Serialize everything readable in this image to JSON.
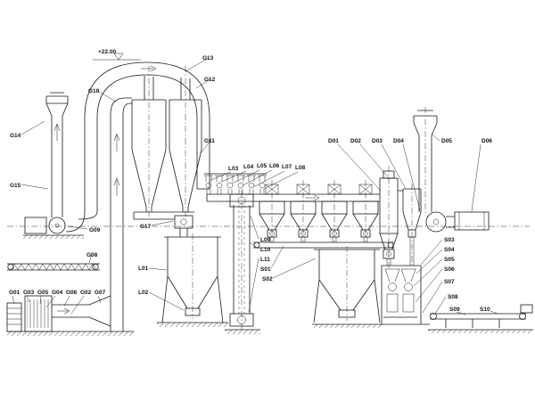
{
  "colors": {
    "ink": "#1a1a1a",
    "background": "#ffffff"
  },
  "elevation_marker": {
    "text": "+22.00"
  },
  "labels": {
    "g01": "G01",
    "g02": "G02",
    "g03": "G03",
    "g04": "G04",
    "g05": "G05",
    "g06": "G06",
    "g07": "G07",
    "g08": "G08",
    "g09": "G09",
    "g10": "G10",
    "g11": "G11",
    "g12": "G12",
    "g13": "G13",
    "g14": "G14",
    "g15": "G15",
    "g17": "G17",
    "l01": "L01",
    "l02": "L02",
    "l03": "L03",
    "l04": "L04",
    "l05": "L05",
    "l06": "L06",
    "l07": "L07",
    "l08": "L08",
    "l09": "L09",
    "l10": "L10",
    "l11": "L11",
    "s01": "S01",
    "s02": "S02",
    "s03": "S03",
    "s04": "S04",
    "s05": "S05",
    "s06": "S06",
    "s07": "S07",
    "s08": "S08",
    "s09": "S09",
    "s10": "S10",
    "d01": "D01",
    "d02": "D02",
    "d03": "D03",
    "d04": "D04",
    "d05": "D05",
    "d06": "D06"
  }
}
